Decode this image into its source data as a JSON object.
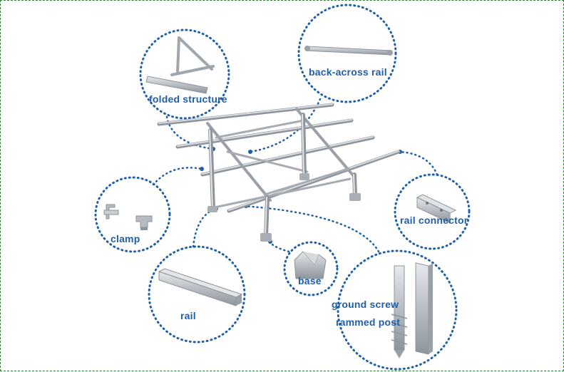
{
  "labels": {
    "folded_structure": "folded structure",
    "back_across_rail": "back-across rail",
    "clamp": "clamp",
    "rail_connector": "rail connector",
    "base": "base",
    "rail": "rail",
    "ground_screw": "ground screw",
    "rammed_post": "rammed post"
  },
  "colors": {
    "label": "#1f5fa8",
    "dotted_circle": "#1f5fa8",
    "metal": "#b9bec4",
    "metal_dark": "#8e949b",
    "frame_border": "#2e7d32"
  }
}
